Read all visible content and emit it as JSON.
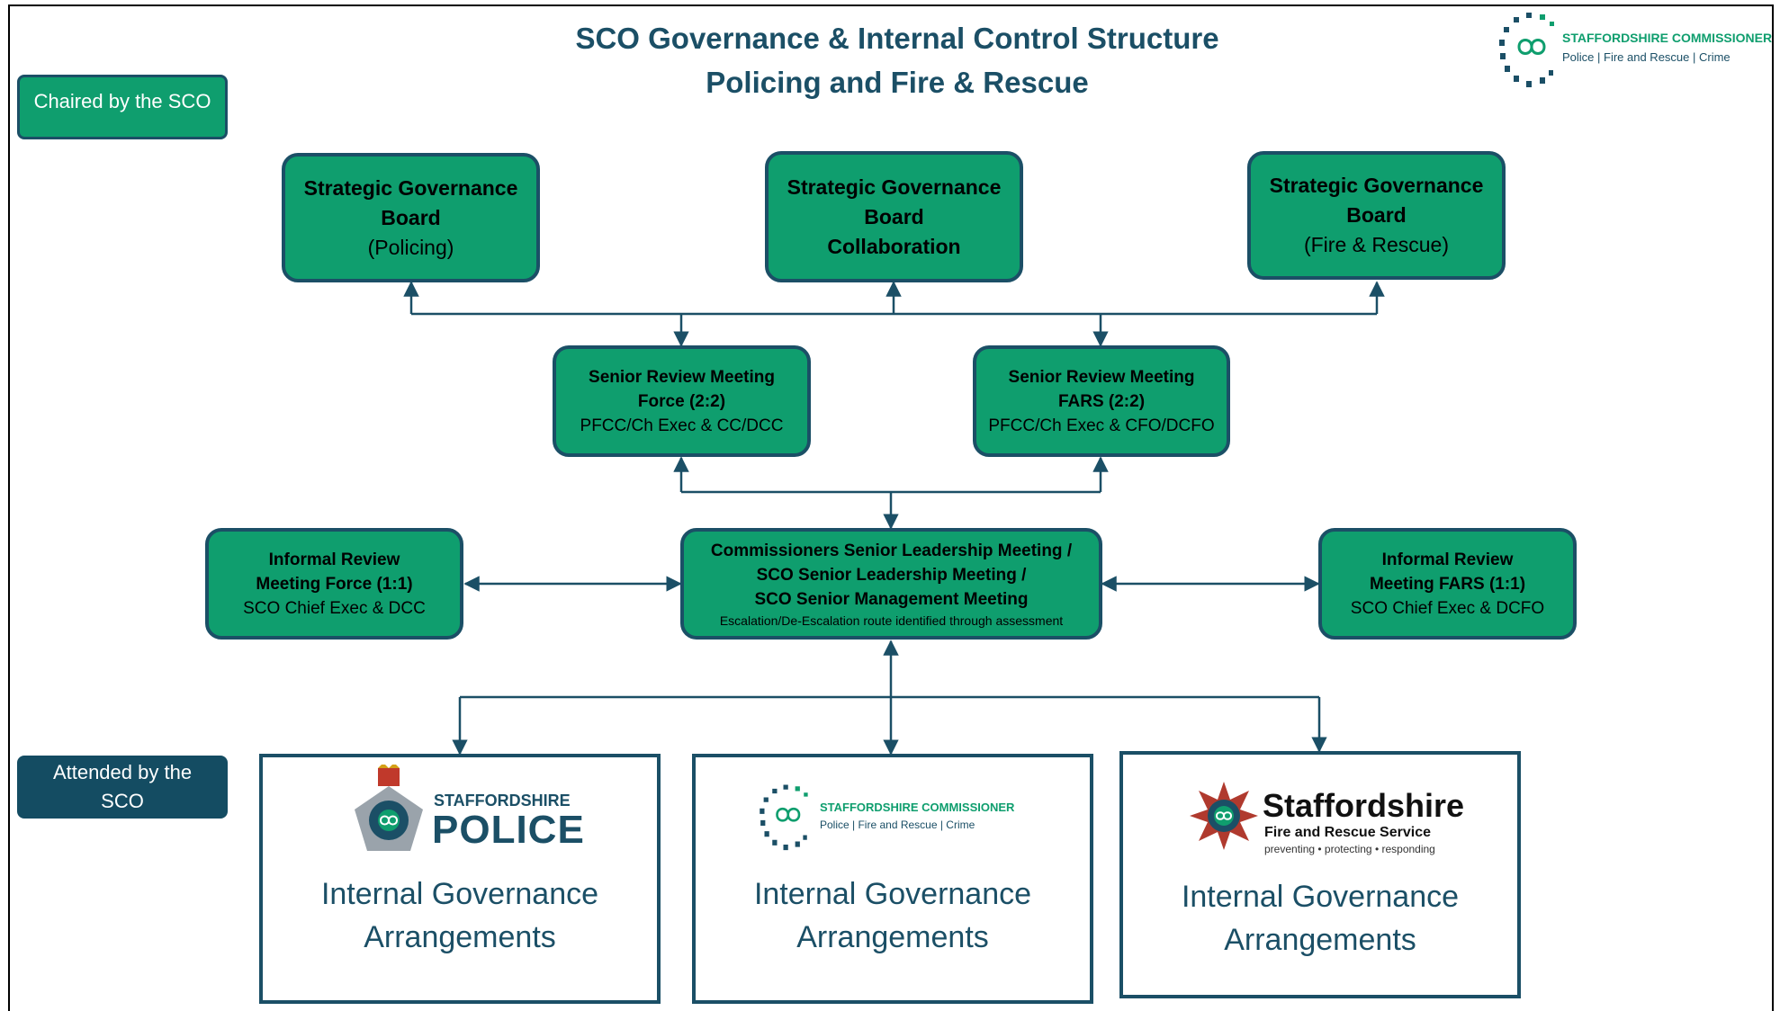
{
  "title": {
    "line1": "SCO Governance & Internal Control Structure",
    "line2": "Policing and Fire & Rescue"
  },
  "legend": {
    "chaired": "Chaired by the SCO",
    "attended_line1": "Attended by the",
    "attended_line2": "SCO"
  },
  "commissioner_logo": {
    "name": "STAFFORDSHIRE COMMISSIONER",
    "tagline": "Police | Fire and Rescue | Crime"
  },
  "strategic_boards": [
    {
      "line1": "Strategic Governance",
      "line2": "Board",
      "line3": "(Policing)"
    },
    {
      "line1": "Strategic Governance",
      "line2": "Board",
      "line3": "Collaboration"
    },
    {
      "line1": "Strategic Governance",
      "line2": "Board",
      "line3": "(Fire & Rescue)"
    }
  ],
  "senior_reviews": [
    {
      "line1": "Senior Review Meeting",
      "line2": "Force (2:2)",
      "line3": "PFCC/Ch Exec & CC/DCC"
    },
    {
      "line1": "Senior Review Meeting",
      "line2": "FARS (2:2)",
      "line3": "PFCC/Ch Exec & CFO/DCFO"
    }
  ],
  "informal_reviews": [
    {
      "line1": "Informal Review",
      "line2": "Meeting Force (1:1)",
      "line3": "SCO Chief Exec & DCC"
    },
    {
      "line1": "Informal Review",
      "line2": "Meeting FARS (1:1)",
      "line3": "SCO Chief Exec & DCFO"
    }
  ],
  "leadership": {
    "line1": "Commissioners Senior Leadership Meeting  /",
    "line2": "SCO Senior Leadership Meeting /",
    "line3": "SCO Senior Management Meeting",
    "note": "Escalation/De-Escalation route identified through assessment"
  },
  "internal": [
    {
      "logo_name": "STAFFORDSHIRE",
      "logo_big": "POLICE",
      "line1": "Internal Governance",
      "line2": "Arrangements"
    },
    {
      "logo_name": "STAFFORDSHIRE COMMISSIONER",
      "logo_tagline": "Police | Fire and Rescue | Crime",
      "line1": "Internal Governance",
      "line2": "Arrangements"
    },
    {
      "logo_big": "Staffordshire",
      "logo_name": "Fire and Rescue Service",
      "logo_tagline": "preventing • protecting • responding",
      "line1": "Internal Governance",
      "line2": "Arrangements"
    }
  ],
  "colors": {
    "box_green": "#0f9e6e",
    "navy": "#1b4f66",
    "dark_legend": "#144c62"
  },
  "icons": [
    "staffordshire-commissioner-logo-icon",
    "police-crest-icon",
    "fire-service-crest-icon",
    "arrow-icon"
  ]
}
